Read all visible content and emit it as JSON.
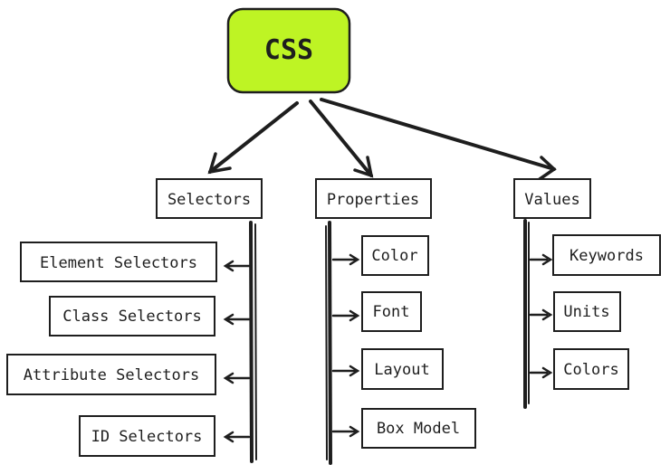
{
  "root": {
    "label": "CSS",
    "color": "#bef424"
  },
  "branches": [
    {
      "label": "Selectors",
      "items": [
        "Element Selectors",
        "Class Selectors",
        "Attribute Selectors",
        "ID Selectors"
      ]
    },
    {
      "label": "Properties",
      "items": [
        "Color",
        "Font",
        "Layout",
        "Box Model"
      ]
    },
    {
      "label": "Values",
      "items": [
        "Keywords",
        "Units",
        "Colors"
      ]
    }
  ],
  "colors": {
    "stroke": "#1e1e1e",
    "background": "#ffffff"
  }
}
